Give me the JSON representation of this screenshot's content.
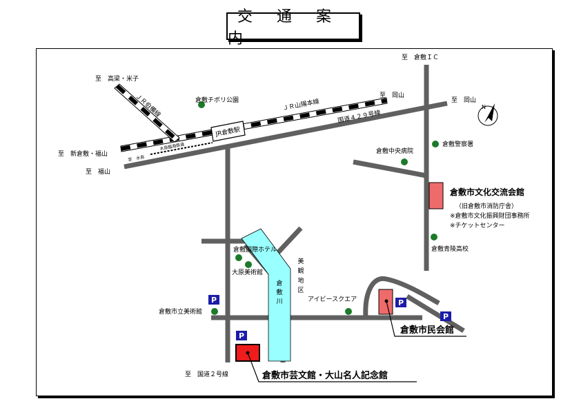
{
  "title": "交 通 案 内",
  "colors": {
    "road": "#606060",
    "river": "#99ffff",
    "building_pink": "#ef6a6a",
    "building_red": "#ee1c1c",
    "park_dot": "#1c7a2a",
    "parking_bg": "#1c1ca8",
    "parking_text": "#ffffff"
  },
  "directions": {
    "kurashiki_ic": "至　倉敷ＩＣ",
    "takahashi_yonago": "至　高梁・米子",
    "okayama_rail": "至　岡山",
    "okayama_road": "至　岡山",
    "shinkurashiki": "至　新倉敷・福山",
    "fukuyama": "至　福山",
    "route2": "至　国道２号線"
  },
  "lines": {
    "jr_hakubi": "ＪＲ伯備線",
    "jr_sanyo": "ＪＲ山陽本線",
    "route429": "国道４２９号線",
    "mizushima_rinkai": "水島臨海鉄道",
    "to_mizushima": "至　水島"
  },
  "station": "JR倉敷駅",
  "river": "倉敷川",
  "bikan": "美観地区",
  "landmarks": {
    "tivoli": "倉敷チボリ公園",
    "police": "倉敷警察署",
    "hospital": "倉敷中央病院",
    "seiryo": "倉敷青陵高校",
    "intl_hotel": "倉敷国際ホテル",
    "ohara": "大原美術館",
    "museum": "倉敷市立美術館",
    "ivy": "アイビースクエア"
  },
  "facilities": {
    "bunka_main": "倉敷市文化交流会館",
    "bunka_sub1": "（旧倉敷市消防庁舎）",
    "bunka_sub2": "※倉敷市文化振興財団事務所",
    "bunka_sub3": "※チケットセンター",
    "minkaikan": "倉敷市民会館",
    "geibunkan": "倉敷市芸文館・大山名人記念館"
  },
  "parking": "P"
}
